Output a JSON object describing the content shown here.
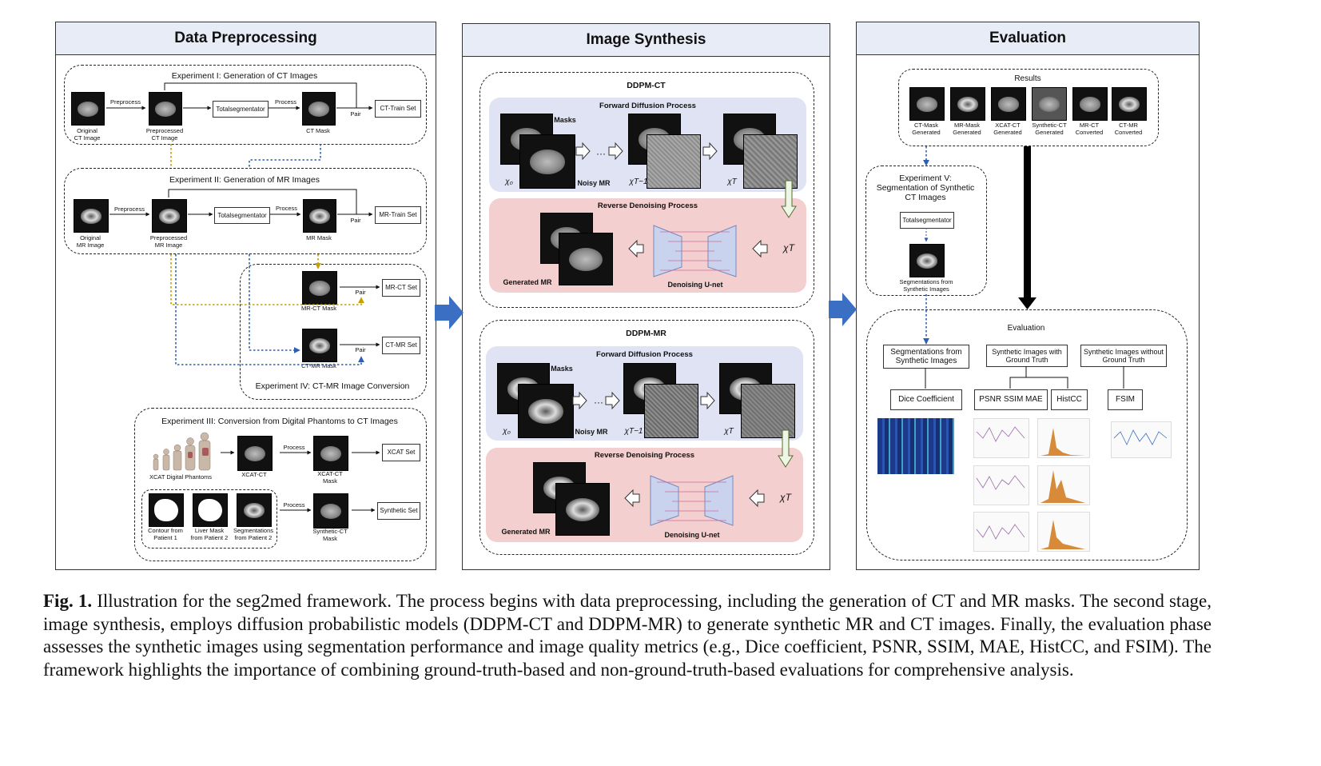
{
  "panels": {
    "left_title": "Data Preprocessing",
    "mid_title": "Image Synthesis",
    "right_title": "Evaluation"
  },
  "exp1": {
    "title": "Experiment I: Generation of CT Images",
    "original": "Original\nCT Image",
    "preprocess": "Preprocess",
    "preprocessed": "Preprocessed\nCT Image",
    "totalseg": "Totalsegmentator",
    "process": "Process",
    "mask": "CT Mask",
    "pair": "Pair",
    "set": "CT-Train Set"
  },
  "exp2": {
    "title": "Experiment II: Generation of MR Images",
    "original": "Original\nMR Image",
    "preprocess": "Preprocess",
    "preprocessed": "Preprocessed\nMR Image",
    "totalseg": "Totalsegmentator",
    "process": "Process",
    "mask": "MR Mask",
    "pair": "Pair",
    "set": "MR-Train Set"
  },
  "exp4": {
    "title": "Experiment IV: CT-MR Image Conversion",
    "mrct_mask": "MR-CT Mask",
    "ctmr_mask": "CT-MR Mask",
    "pair1": "Pair",
    "pair2": "Pair",
    "set1": "MR-CT Set",
    "set2": "CT-MR Set"
  },
  "exp3": {
    "title": "Experiment III: Conversion from Digital Phantoms to CT Images",
    "phantoms": "XCAT Digital Phantoms",
    "xcat_ct": "XCAT-CT",
    "process1": "Process",
    "xcat_mask": "XCAT-CT\nMask",
    "xcat_set": "XCAT Set",
    "contour": "Contour from\nPatient 1",
    "liver": "Liver Mask\nfrom Patient 2",
    "segs": "Segmentations\nfrom Patient 2",
    "process2": "Process",
    "synth_mask": "Synthetic-CT\nMask",
    "synth_set": "Synthetic Set"
  },
  "ddpm_ct": {
    "title": "DDPM-CT",
    "forward": "Forward Diffusion Process",
    "masks": "Masks",
    "noisy": "Noisy MR",
    "x0": "χ₀",
    "xt1": "χT−1",
    "xt": "χT",
    "dots": "···",
    "reverse": "Reverse Denoising Process",
    "generated": "Generated MR",
    "unet": "Denoising U-net",
    "xt_rev": "χT"
  },
  "ddpm_mr": {
    "title": "DDPM-MR",
    "forward": "Forward Diffusion Process",
    "masks": "Masks",
    "noisy": "Noisy MR",
    "x0": "χ₀",
    "xt1": "χT−1",
    "xt": "χT",
    "dots": "···",
    "reverse": "Reverse Denoising Process",
    "generated": "Generated MR",
    "unet": "Denoising U-net",
    "xt_rev": "χT"
  },
  "results": {
    "title": "Results",
    "items": [
      "CT-Mask\nGenerated",
      "MR-Mask\nGenerated",
      "XCAT-CT\nGenerated",
      "Synthetic-CT\nGenerated",
      "MR-CT\nConverted",
      "CT-MR\nConverted"
    ]
  },
  "exp5": {
    "title": "Experiment V:\nSegmentation of Synthetic\nCT Images",
    "totalseg": "Totalsegmentator",
    "segs": "Segmentations from\nSynthetic Images"
  },
  "evaluation": {
    "title": "Evaluation",
    "col1": "Segmentations from\nSynthetic Images",
    "col2": "Synthetic Images\nwith Ground Truth",
    "col3": "Synthetic Images\nwithout Ground Truth",
    "dice": "Dice Coefficient",
    "psnr": "PSNR SSIM MAE",
    "histcc": "HistCC",
    "fsim": "FSIM"
  },
  "caption": {
    "label": "Fig. 1.",
    "text": " Illustration for the seg2med framework. The process begins with data preprocessing, including the generation of CT and MR masks. The second stage, image synthesis, employs diffusion probabilistic models (DDPM-CT and DDPM-MR) to generate synthetic MR and CT images. Finally, the evaluation phase assesses the synthetic images using segmentation performance and image quality metrics (e.g., Dice coefficient, PSNR, SSIM, MAE, HistCC, and FSIM). The framework highlights the importance of combining ground-truth-based and non-ground-truth-based evaluations for comprehensive analysis."
  },
  "colors": {
    "forward_bg": "#dfe3f3",
    "reverse_bg": "#f3cfcf",
    "header_bg": "#e8ecf6",
    "big_arrow": "#3a6fc4",
    "dotted_orange": "#c8a000",
    "dotted_blue": "#2f5fb3"
  }
}
